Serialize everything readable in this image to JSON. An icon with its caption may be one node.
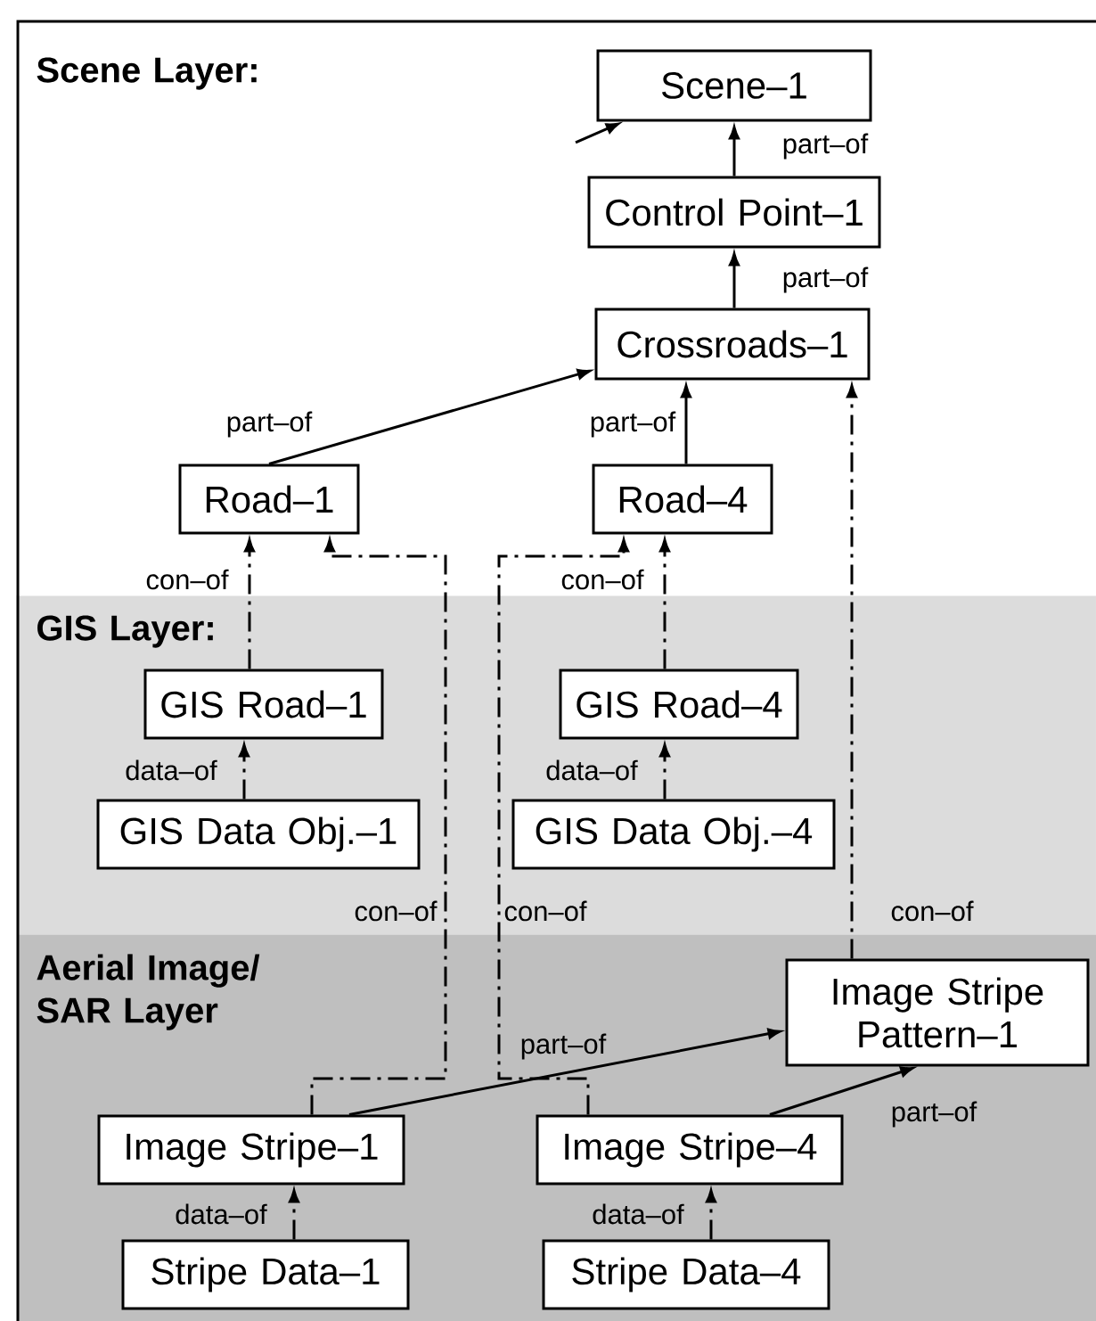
{
  "diagram": {
    "nodes": [
      {
        "text": [
          "Scene Layer:"
        ]
      },
      {
        "text": [
          "GIS Layer:"
        ]
      },
      {
        "text": [
          "Aerial Image/ SAR Layer"
        ]
      },
      {
        "text": [
          "Scene–1"
        ],
        "in": 0
      },
      {
        "text": [
          "Control Point–1"
        ],
        "in": 0
      },
      {
        "text": [
          "Crossroads–1"
        ],
        "in": 0
      },
      {
        "text": [
          "Road–1"
        ],
        "in": 0
      },
      {
        "text": [
          "Road–4"
        ],
        "in": 0
      },
      {
        "text": [
          "GIS Road–1"
        ],
        "in": 1
      },
      {
        "text": [
          "GIS Road–4"
        ],
        "in": 1
      },
      {
        "text": [
          "GIS Data Obj.–1"
        ],
        "in": 1
      },
      {
        "text": [
          "GIS Data Obj.–4"
        ],
        "in": 1
      },
      {
        "text": [
          "Image Stripe Pattern–1"
        ],
        "in": 2
      },
      {
        "text": [
          "Image Stripe–1"
        ],
        "in": 2
      },
      {
        "text": [
          "Image Stripe–4"
        ],
        "in": 2
      },
      {
        "text": [
          "Stripe Data–1"
        ],
        "in": 2
      },
      {
        "text": [
          "Stripe Data–4"
        ],
        "in": 2
      }
    ],
    "edges": [
      {
        "from": null,
        "to": 3,
        "arrow": "to"
      },
      {
        "from": 4,
        "to": 3,
        "arrow": "to",
        "label": "part–of"
      },
      {
        "from": 5,
        "to": 4,
        "arrow": "to",
        "label": "part–of"
      },
      {
        "from": 6,
        "to": 5,
        "arrow": "to",
        "label": "part–of"
      },
      {
        "from": 7,
        "to": 5,
        "arrow": "to",
        "label": "part–of"
      },
      {
        "from": 12,
        "to": 5,
        "arrow": "to",
        "label": "con–of",
        "style": "dashed"
      },
      {
        "from": 8,
        "to": 6,
        "arrow": "to",
        "label": "con–of",
        "style": "dashed"
      },
      {
        "from": 13,
        "to": 6,
        "arrow": "to",
        "label": "con–of",
        "style": "dashed"
      },
      {
        "from": 10,
        "to": 8,
        "arrow": "to",
        "label": "data–of",
        "style": "dashed"
      },
      {
        "from": 9,
        "to": 7,
        "arrow": "to",
        "label": "con–of",
        "style": "dashed"
      },
      {
        "from": 14,
        "to": 7,
        "arrow": "to",
        "label": "con–of",
        "style": "dashed"
      },
      {
        "from": 11,
        "to": 9,
        "arrow": "to",
        "label": "data–of",
        "style": "dashed"
      },
      {
        "from": 13,
        "to": 12,
        "arrow": "to",
        "label": "part–of"
      },
      {
        "from": 14,
        "to": 12,
        "arrow": "to",
        "label": "part–of"
      },
      {
        "from": 15,
        "to": 13,
        "arrow": "to",
        "label": "data–of",
        "style": "dashed"
      },
      {
        "from": 16,
        "to": 14,
        "arrow": "to",
        "label": "data–of",
        "style": "dashed"
      }
    ]
  }
}
